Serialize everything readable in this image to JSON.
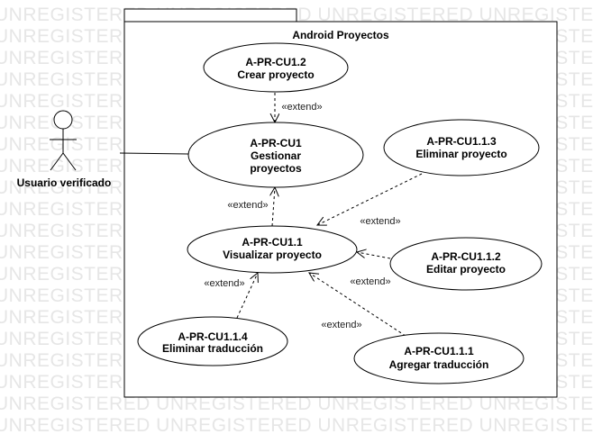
{
  "watermark_text": "UNREGISTERED UNREGISTERED UNREGISTERED UNREGISTERED",
  "system": {
    "title": "Android Proyectos"
  },
  "actor": {
    "name": "Usuario verificado"
  },
  "use_cases": {
    "uc12": {
      "id": "A-PR-CU1.2",
      "name": "Crear proyecto"
    },
    "uc1": {
      "id": "A-PR-CU1",
      "line2": "Gestionar",
      "line3": "proyectos"
    },
    "uc113": {
      "id": "A-PR-CU1.1.3",
      "name": "Eliminar proyecto"
    },
    "uc11": {
      "id": "A-PR-CU1.1",
      "name": "Visualizar proyecto"
    },
    "uc112": {
      "id": "A-PR-CU1.1.2",
      "name": "Editar proyecto"
    },
    "uc114": {
      "id": "A-PR-CU1.1.4",
      "name": "Eliminar traducción"
    },
    "uc111": {
      "id": "A-PR-CU1.1.1",
      "name": "Agregar traducción"
    }
  },
  "extend_label": "«extend»"
}
